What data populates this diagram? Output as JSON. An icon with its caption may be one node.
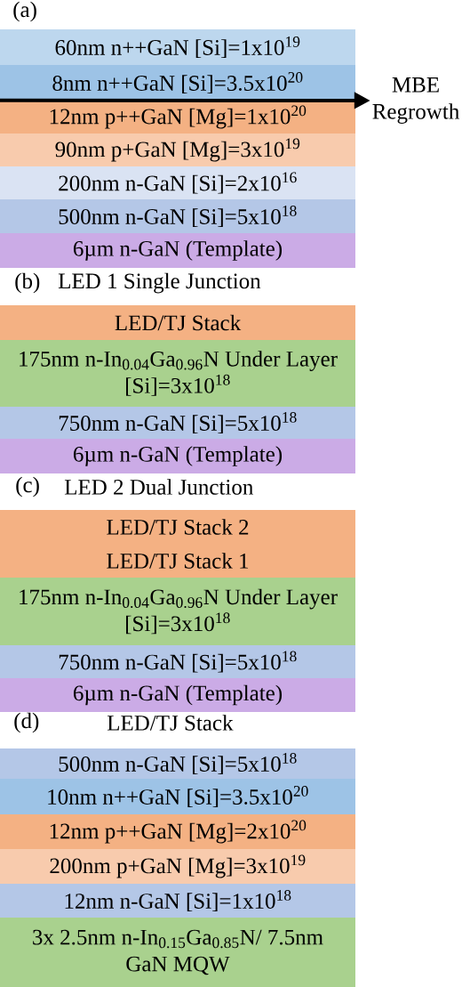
{
  "diagram": {
    "nodes": [
      {
        "text": [
          "60nm n++GaN [Si]=1x10$^{19}$"
        ]
      },
      {
        "text": [
          "8nm n++GaN [Si]=3.5x10$^{20}$"
        ]
      },
      {
        "text": [
          "MBE Regrowth"
        ]
      },
      {
        "text": [
          "12nm p++GaN [Mg]=1x10$^{20}$"
        ]
      },
      {
        "text": [
          "90nm p+GaN [Mg]=3x10$^{19}$"
        ]
      },
      {
        "text": [
          "200nm n-GaN [Si]=2x10$^{16}$"
        ]
      },
      {
        "text": [
          "500nm n-GaN [Si]=5x10$^{18}$"
        ]
      },
      {
        "text": [
          "6µm n-GaN (Template)"
        ]
      },
      {
        "text": [
          "LED/TJ Stack"
        ]
      },
      {
        "text": [
          "175nm n-In$_{0.04}$Ga$_{0.96}$N Under Layer [Si]=3x10$^{18}$"
        ]
      },
      {
        "text": [
          "750nm n-GaN [Si]=5x10$^{18}$"
        ]
      },
      {
        "text": [
          "6µm n-GaN (Template)"
        ]
      },
      {
        "text": [
          "LED/TJ Stack 2"
        ]
      },
      {
        "text": [
          "LED/TJ Stack 1"
        ]
      },
      {
        "text": [
          "175nm n-In$_{0.04}$Ga$_{0.96}$N Under Layer [Si]=3x10$^{18}$"
        ]
      },
      {
        "text": [
          "750nm n-GaN [Si]=5x10$^{18}$"
        ]
      },
      {
        "text": [
          "6µm n-GaN (Template)"
        ]
      },
      {
        "text": [
          "500nm n-GaN [Si]=5x10$^{18}$"
        ]
      },
      {
        "text": [
          "10nm n++GaN [Si]=3.5x10$^{20}$"
        ]
      },
      {
        "text": [
          "12nm p++GaN [Mg]=2x10$^{20}$"
        ]
      },
      {
        "text": [
          "200nm p+GaN [Mg]=3x10$^{19}$"
        ]
      },
      {
        "text": [
          "12nm n-GaN [Si]=1x10$^{18}$"
        ]
      },
      {
        "text": [
          "3x 2.5nm n-In$_{0.15}$Ga$_{0.85}$N/ 7.5nm GaN MQW"
        ]
      }
    ],
    "edges": [
      {
        "from": 3,
        "to": 2,
        "arrow": "to"
      }
    ],
    "labels": [
      "(a)",
      "(b)",
      "LED 1 Single Junction",
      "(c)",
      "LED 2 Dual Junction",
      "(d)",
      "LED/TJ Stack"
    ]
  }
}
